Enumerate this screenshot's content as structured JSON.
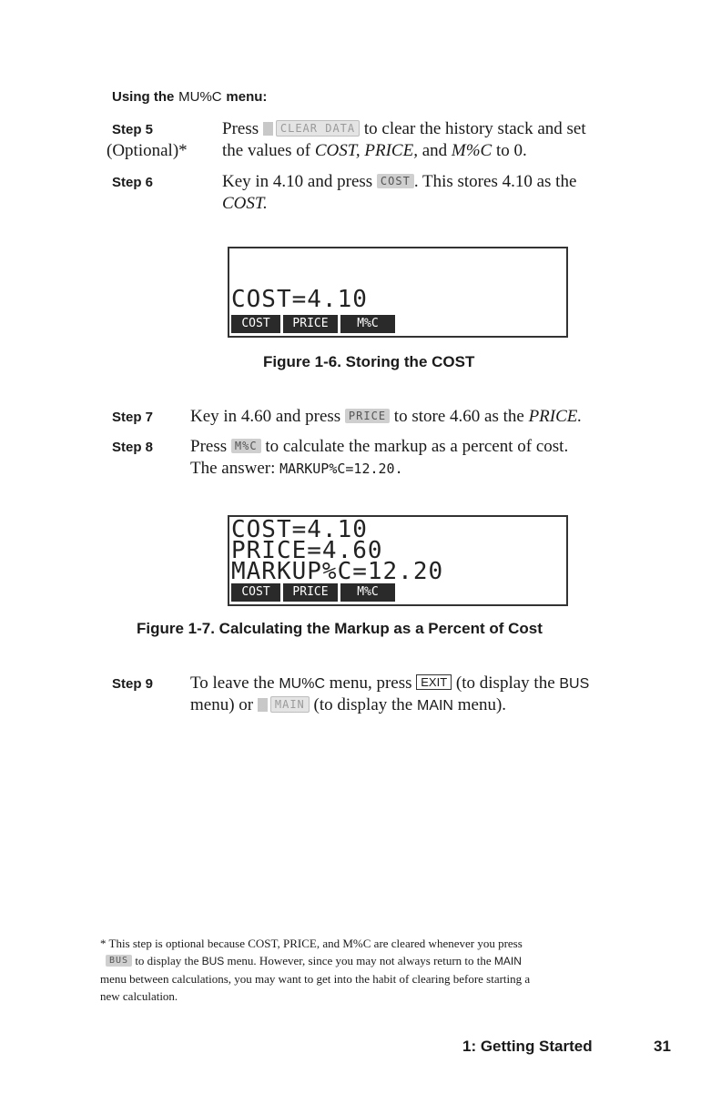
{
  "heading": {
    "prefix": "Using the",
    "menu": "MU%C",
    "suffix": "menu:"
  },
  "step5": {
    "label": "Step 5",
    "sub": "(Optional)*",
    "press": "Press",
    "key": "CLEAR DATA",
    "rest1": "to clear the history stack and set",
    "line2": "the values of",
    "v1": "COST,",
    "v2": "PRICE,",
    "and": "and",
    "v3": "M%C",
    "to0": "to 0."
  },
  "step6": {
    "label": "Step 6",
    "text1": "Key in 4.10 and press",
    "key": "COST",
    "text2": ". This stores 4.10 as the",
    "cost": "COST."
  },
  "fig16": {
    "line1": "COST=4.10",
    "menu": [
      "COST",
      "PRICE",
      "M%C"
    ],
    "caption": "Figure 1-6. Storing the COST"
  },
  "step7": {
    "label": "Step 7",
    "text1": "Key in 4.60 and press",
    "key": "PRICE",
    "text2": "to store 4.60 as the",
    "price": "PRICE."
  },
  "step8": {
    "label": "Step 8",
    "press": "Press",
    "key": "M%C",
    "text1": "to calculate the markup as a percent of cost.",
    "answer": "The answer:",
    "value": "MARKUP%C=12.20."
  },
  "fig17": {
    "lines": [
      "COST=4.10",
      "PRICE=4.60",
      "MARKUP%C=12.20"
    ],
    "menu": [
      "COST",
      "PRICE",
      "M%C"
    ],
    "caption": "Figure 1-7. Calculating the Markup as a Percent of Cost"
  },
  "step9": {
    "label": "Step 9",
    "text1": "To leave the",
    "menu1": "MU%C",
    "text2": "menu, press",
    "exit": "EXIT",
    "text3": "(to display the",
    "bus": "BUS",
    "line2a": "menu) or",
    "mainkey": "MAIN",
    "line2b": "(to display the",
    "main": "MAIN",
    "line2c": "menu)."
  },
  "footnote": {
    "line1": "* This step is optional because COST, PRICE, and M%C are cleared whenever you press",
    "buskey": "BUS",
    "line2a": "to display the",
    "bus": "BUS",
    "line2b": "menu. However, since you may not always return to the",
    "main": "MAIN",
    "line3": "menu between calculations, you may want to get into the habit of clearing before starting a",
    "line4": "new calculation."
  },
  "footer": {
    "chapter": "1: Getting Started",
    "page": "31"
  }
}
